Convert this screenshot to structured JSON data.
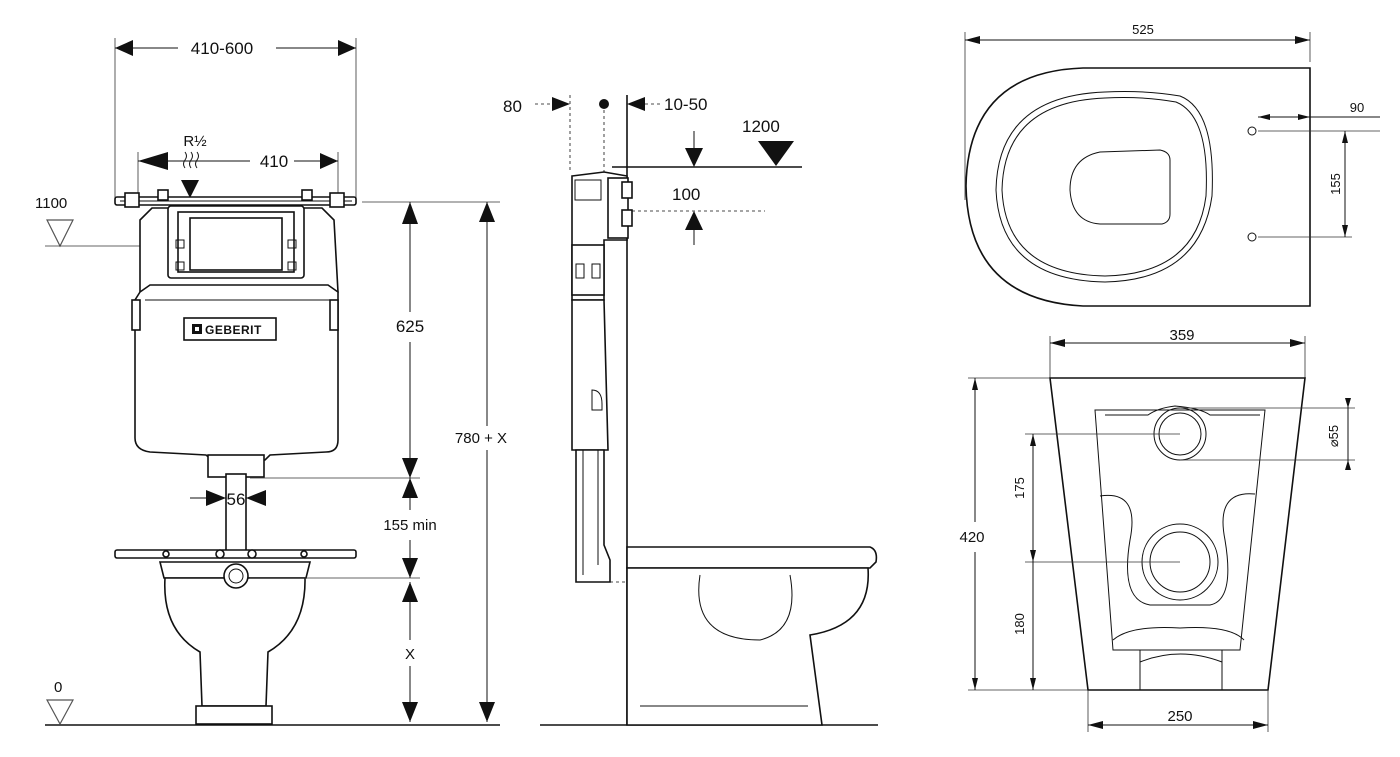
{
  "front_view": {
    "frame_width_range": "410-600",
    "thread_label": "R½",
    "cistern_width": "410",
    "level_1100": "1100",
    "level_0": "0",
    "height_625": "625",
    "height_155_min": "155 min",
    "height_x": "X",
    "total_height": "780 + X",
    "pipe_diameter": "56",
    "brand_logo": "GEBERIT"
  },
  "side_view": {
    "offset_80": "80",
    "offset_10_50": "10-50",
    "level_1200": "1200",
    "drop_100": "100"
  },
  "top_view": {
    "bowl_length": "525",
    "bolt_offset": "90",
    "bolt_spacing": "155"
  },
  "bottom_view": {
    "top_width": "359",
    "outlet_diameter": "⌀55",
    "height_175": "175",
    "height_180": "180",
    "total_height": "420",
    "base_width": "250"
  }
}
